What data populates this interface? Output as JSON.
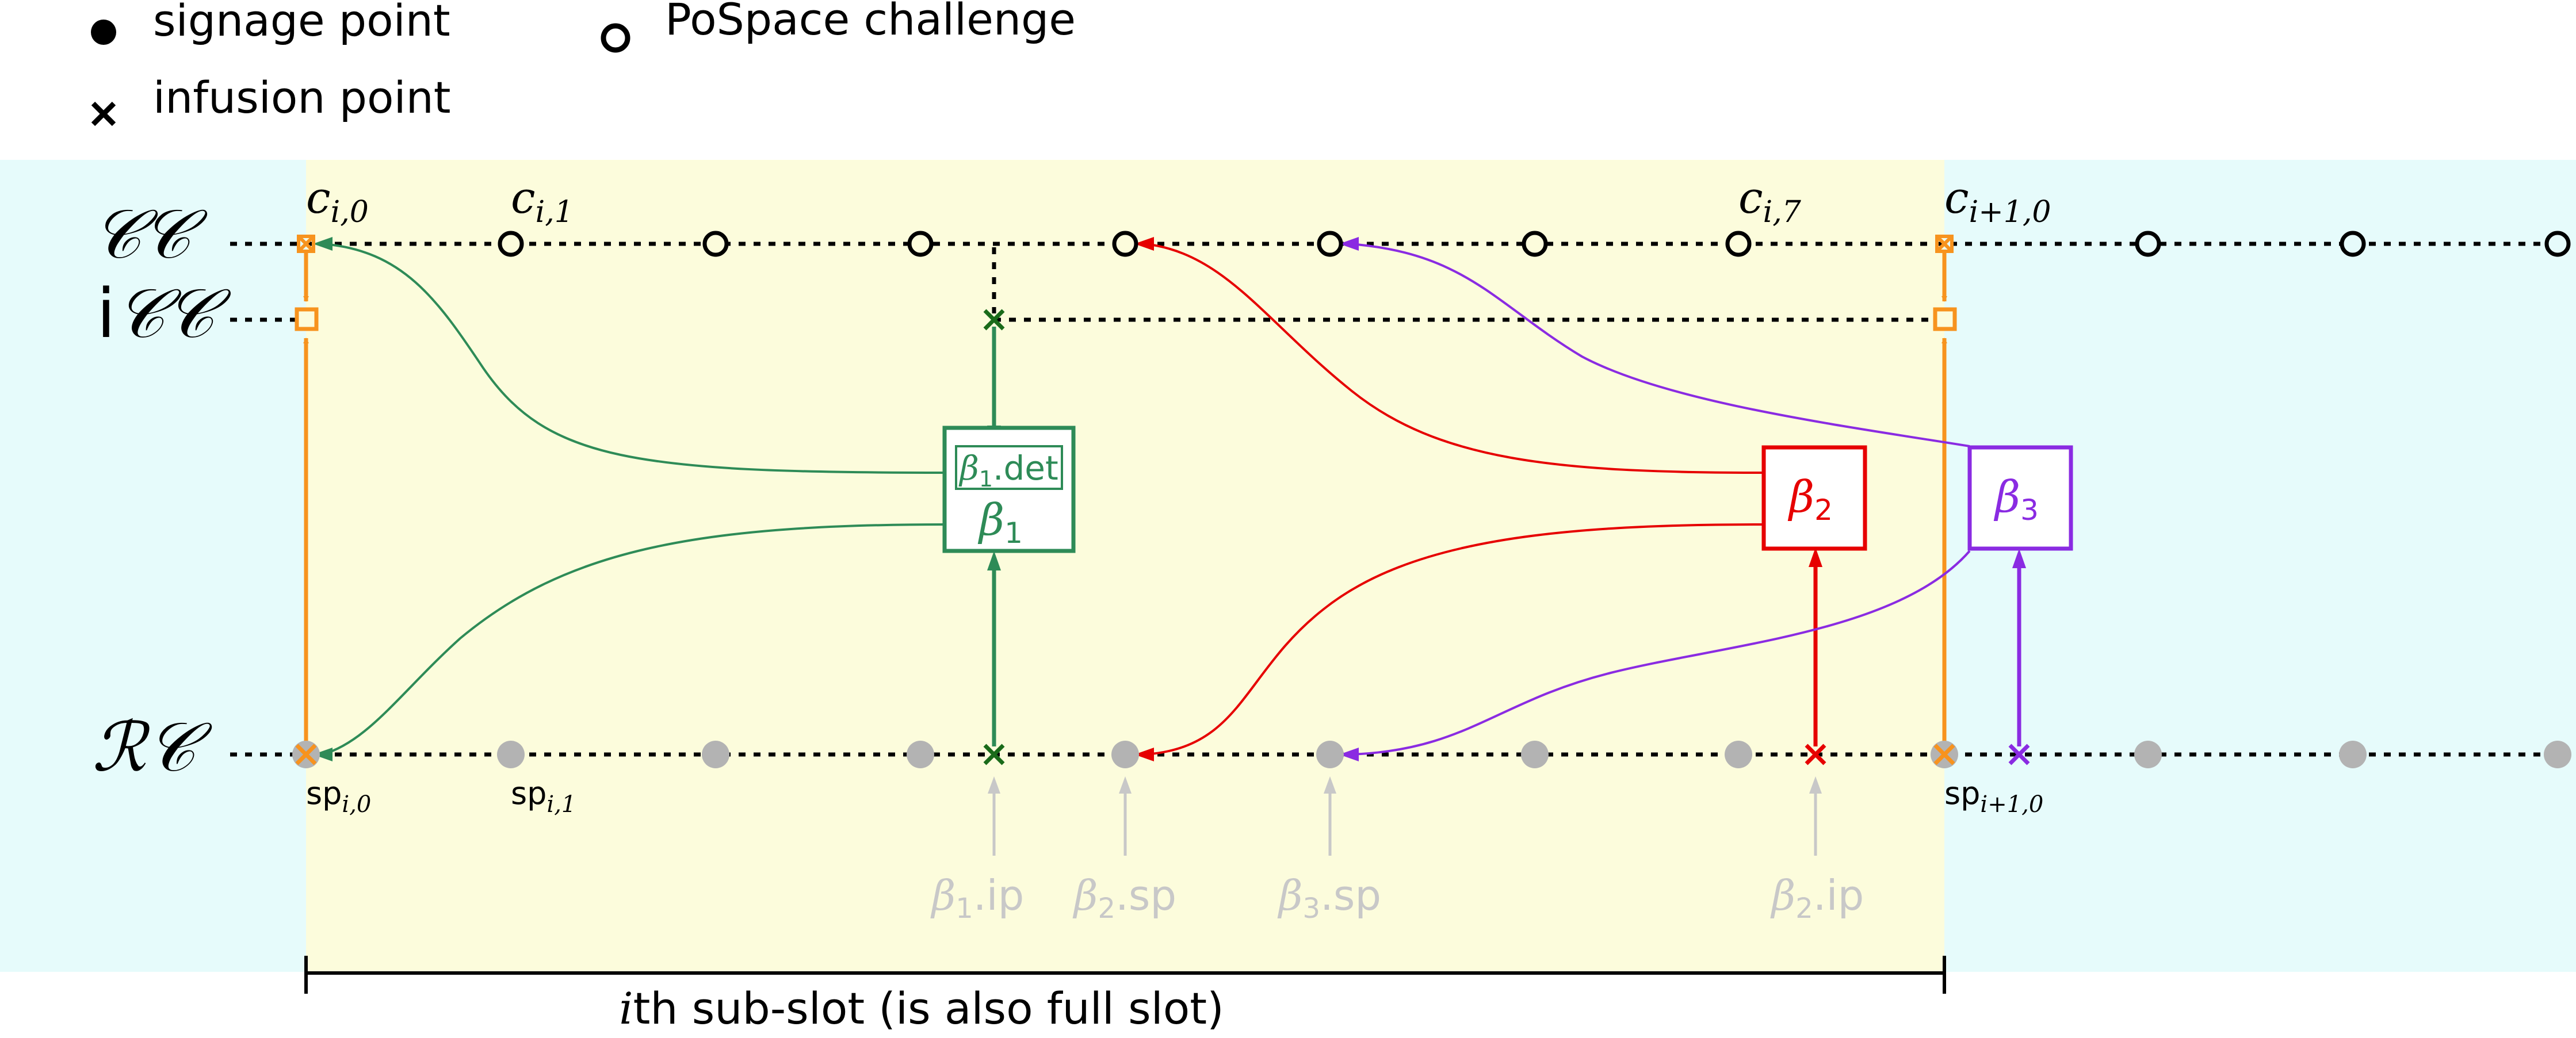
{
  "legend": {
    "signage_point": "signage point",
    "infusion_point": "infusion point",
    "pospace_challenge": "PoSpace challenge"
  },
  "chains": {
    "cc": "𝒞𝒞",
    "icc_prefix": "i",
    "icc": "𝒞𝒞",
    "rc": "ℛ𝒞"
  },
  "challenges": {
    "c_i0_base": "c",
    "c_i0_sub": "i,0",
    "c_i1_base": "c",
    "c_i1_sub": "i,1",
    "c_i7_base": "c",
    "c_i7_sub": "i,7",
    "c_next_base": "c",
    "c_next_sub": "i+1,0"
  },
  "signage_points": {
    "sp_i0_base": "sp",
    "sp_i0_sub": "i,0",
    "sp_i1_base": "sp",
    "sp_i1_sub": "i,1",
    "sp_next_base": "sp",
    "sp_next_sub": "i+1,0"
  },
  "blocks": {
    "b1_det_sym": "β",
    "b1_det_sub": "1",
    "b1_det_suffix": ".det",
    "b1_sym": "β",
    "b1_sub": "1",
    "b2_sym": "β",
    "b2_sub": "2",
    "b3_sym": "β",
    "b3_sub": "3"
  },
  "pointers": {
    "b1_ip_sym": "β",
    "b1_ip_sub": "1",
    "b1_ip_suffix": ".ip",
    "b2_sp_sym": "β",
    "b2_sp_sub": "2",
    "b2_sp_suffix": ".sp",
    "b3_sp_sym": "β",
    "b3_sp_sub": "3",
    "b3_sp_suffix": ".sp",
    "b2_ip_sym": "β",
    "b2_ip_sub": "2",
    "b2_ip_suffix": ".ip"
  },
  "brace": {
    "label_var": "i",
    "label_rest": "th sub-slot (is also full slot)"
  },
  "colors": {
    "cyan_bg": "#e6fbfb",
    "yellow_bg": "#fcfcdc",
    "orange": "#f7931e",
    "green": "#2e8b57",
    "dark_green": "#1a6b1a",
    "red": "#e60000",
    "purple": "#8a2be2",
    "gray": "#b3b3b3",
    "light_gray": "#c8c8c8",
    "black": "#000000"
  }
}
